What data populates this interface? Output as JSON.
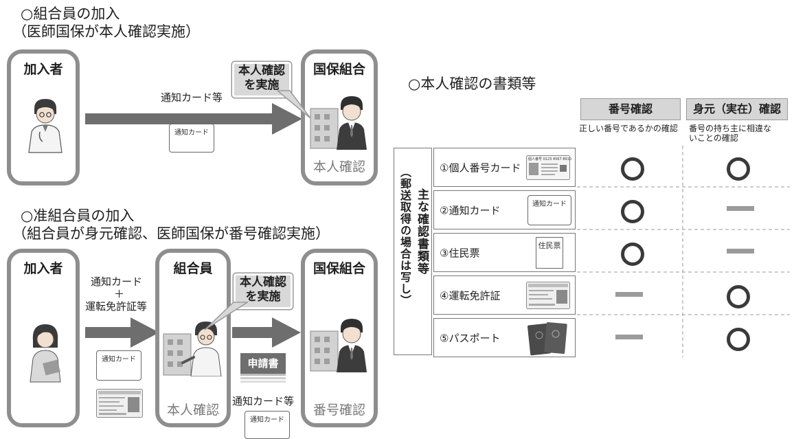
{
  "section1": {
    "title_line1": "○組合員の加入",
    "title_line2": "（医師国保が本人確認実施）",
    "left_panel": "加入者",
    "right_panel": "国保組合",
    "right_foot": "本人確認",
    "arrow_label": "通知カード等",
    "card_text": "通知カード",
    "bubble_line1": "本人確認",
    "bubble_line2": "を実施"
  },
  "section2": {
    "title_line1": "○准組合員の加入",
    "title_line2": "（組合員が身元確認、医師国保が番号確認実施）",
    "left_panel": "加入者",
    "middle_panel": "組合員",
    "middle_foot": "本人確認",
    "right_panel": "国保組合",
    "right_foot": "番号確認",
    "arrow1_line1": "通知カード",
    "arrow1_line2": "＋",
    "arrow1_line3": "運転免許証等",
    "card_text": "通知カード",
    "bubble_line1": "本人確認",
    "bubble_line2": "を実施",
    "form_stamp": "申請書",
    "arrow2_label": "通知カード等",
    "card2_text": "通知カード"
  },
  "section3": {
    "title": "○本人確認の書類等",
    "side_main": "主な確認書類等",
    "side_note": "（郵送取得の場合は写し）",
    "col1": "番号確認",
    "col1_desc": "正しい番号であるかの確認",
    "col2": "身元（実在）確認",
    "col2_desc": "番号の持ち主に相違ないことの確認",
    "rows": [
      {
        "label": "①個人番号カード",
        "number_check": "○",
        "identity_check": "○",
        "doc_text": "個人番号 0123 4567 8910"
      },
      {
        "label": "②通知カード",
        "number_check": "○",
        "identity_check": "−",
        "doc_text": "通知カード"
      },
      {
        "label": "③住民票",
        "number_check": "○",
        "identity_check": "−",
        "doc_text": "住民票"
      },
      {
        "label": "④運転免許証",
        "number_check": "−",
        "identity_check": "○",
        "doc_text": ""
      },
      {
        "label": "⑤パスポート",
        "number_check": "−",
        "identity_check": "○",
        "doc_text": ""
      }
    ]
  }
}
